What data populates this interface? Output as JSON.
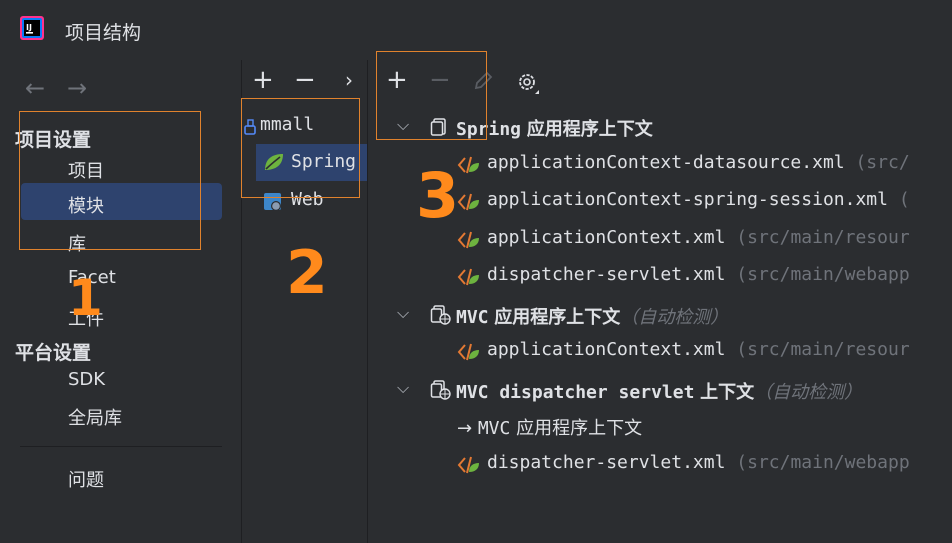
{
  "window": {
    "title": "项目结构"
  },
  "sidebar": {
    "project_settings_header": "项目设置",
    "items_project": [
      "项目",
      "模块",
      "库",
      "Facet",
      "工件"
    ],
    "platform_settings_header": "平台设置",
    "items_platform": [
      "SDK",
      "全局库"
    ],
    "problems": "问题",
    "selected": "模块"
  },
  "modules": {
    "root": "mmall",
    "children": [
      "Spring",
      "Web"
    ],
    "selected": "Spring"
  },
  "spring_tree": {
    "group1": {
      "label_bold": "Spring",
      "label_rest": "应用程序上下文",
      "files": [
        {
          "name": "applicationContext-datasource.xml",
          "path": "(src/"
        },
        {
          "name": "applicationContext-spring-session.xml",
          "path": "("
        },
        {
          "name": "applicationContext.xml",
          "path": "(src/main/resour"
        },
        {
          "name": "dispatcher-servlet.xml",
          "path": "(src/main/webapp"
        }
      ]
    },
    "group2": {
      "label_bold": "MVC",
      "label_rest": "应用程序上下文",
      "auto": "（自动检测）",
      "files": [
        {
          "name": "applicationContext.xml",
          "path": "(src/main/resour"
        }
      ]
    },
    "group3": {
      "label_bold": "MVC dispatcher servlet",
      "label_rest": "上下文",
      "auto": "（自动检测）",
      "link_arrow": "→",
      "link_bold": "MVC",
      "link_rest": "应用程序上下文",
      "files": [
        {
          "name": "dispatcher-servlet.xml",
          "path": "(src/main/webapp"
        }
      ]
    }
  },
  "annotations": [
    "1",
    "2",
    "3"
  ],
  "colors": {
    "accent_selection": "#2e436e",
    "annotation": "#ff8a1c",
    "spring_green": "#6db33f",
    "xml_orange": "#e37933"
  }
}
